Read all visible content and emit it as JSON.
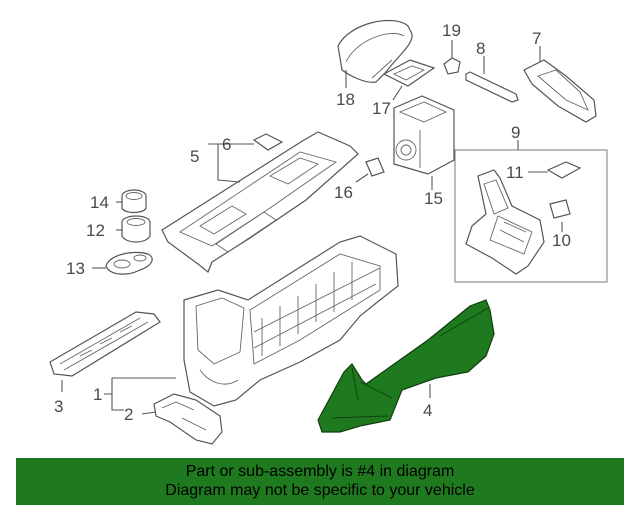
{
  "diagram": {
    "callouts": [
      "1",
      "2",
      "3",
      "4",
      "5",
      "6",
      "7",
      "8",
      "9",
      "10",
      "11",
      "12",
      "13",
      "14",
      "15",
      "16",
      "17",
      "18",
      "19"
    ],
    "highlight_color": "#1f7a1f",
    "highlighted_part": "4"
  },
  "banner": {
    "line1": "Part or sub-assembly is #4 in diagram",
    "line2": "Diagram may not be specific to your vehicle"
  }
}
